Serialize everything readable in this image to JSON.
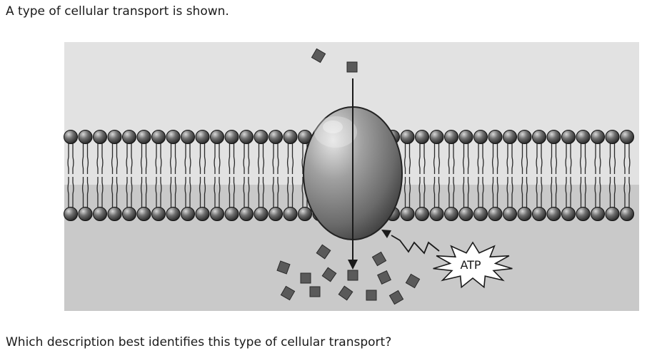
{
  "intro_text": "A type of cellular transport is shown.",
  "question_text": "Which description best identifies this type of cellular transport?",
  "diagram": {
    "energy_label": "ATP"
  },
  "colors": {
    "extracellular": "#e2e2e2",
    "intracellular": "#c9c9c9",
    "molecule": "#5a5a5a",
    "protein": "#777777"
  }
}
